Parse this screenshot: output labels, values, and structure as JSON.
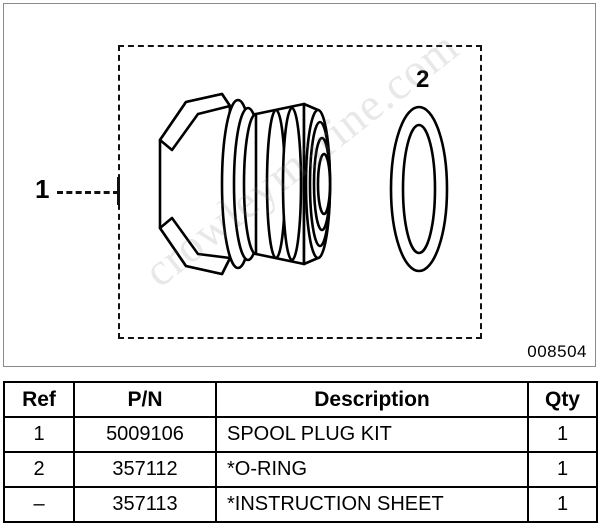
{
  "illustration": {
    "drawing_number": "008504",
    "watermark_text": "crowleymarine.com",
    "callouts": [
      {
        "label": "1",
        "target": "spool-plug-assembly"
      },
      {
        "label": "2",
        "target": "o-ring"
      }
    ]
  },
  "table": {
    "headers": [
      "Ref",
      "P/N",
      "Description",
      "Qty"
    ],
    "rows": [
      {
        "ref": "1",
        "pn": "5009106",
        "description": "SPOOL PLUG KIT",
        "qty": "1"
      },
      {
        "ref": "2",
        "pn": "357112",
        "description": "*O-RING",
        "qty": "1"
      },
      {
        "ref": "–",
        "pn": "357113",
        "description": "*INSTRUCTION SHEET",
        "qty": "1"
      }
    ]
  },
  "colors": {
    "line": "#000000",
    "panel_border": "#8a8a8a",
    "background": "#ffffff"
  }
}
